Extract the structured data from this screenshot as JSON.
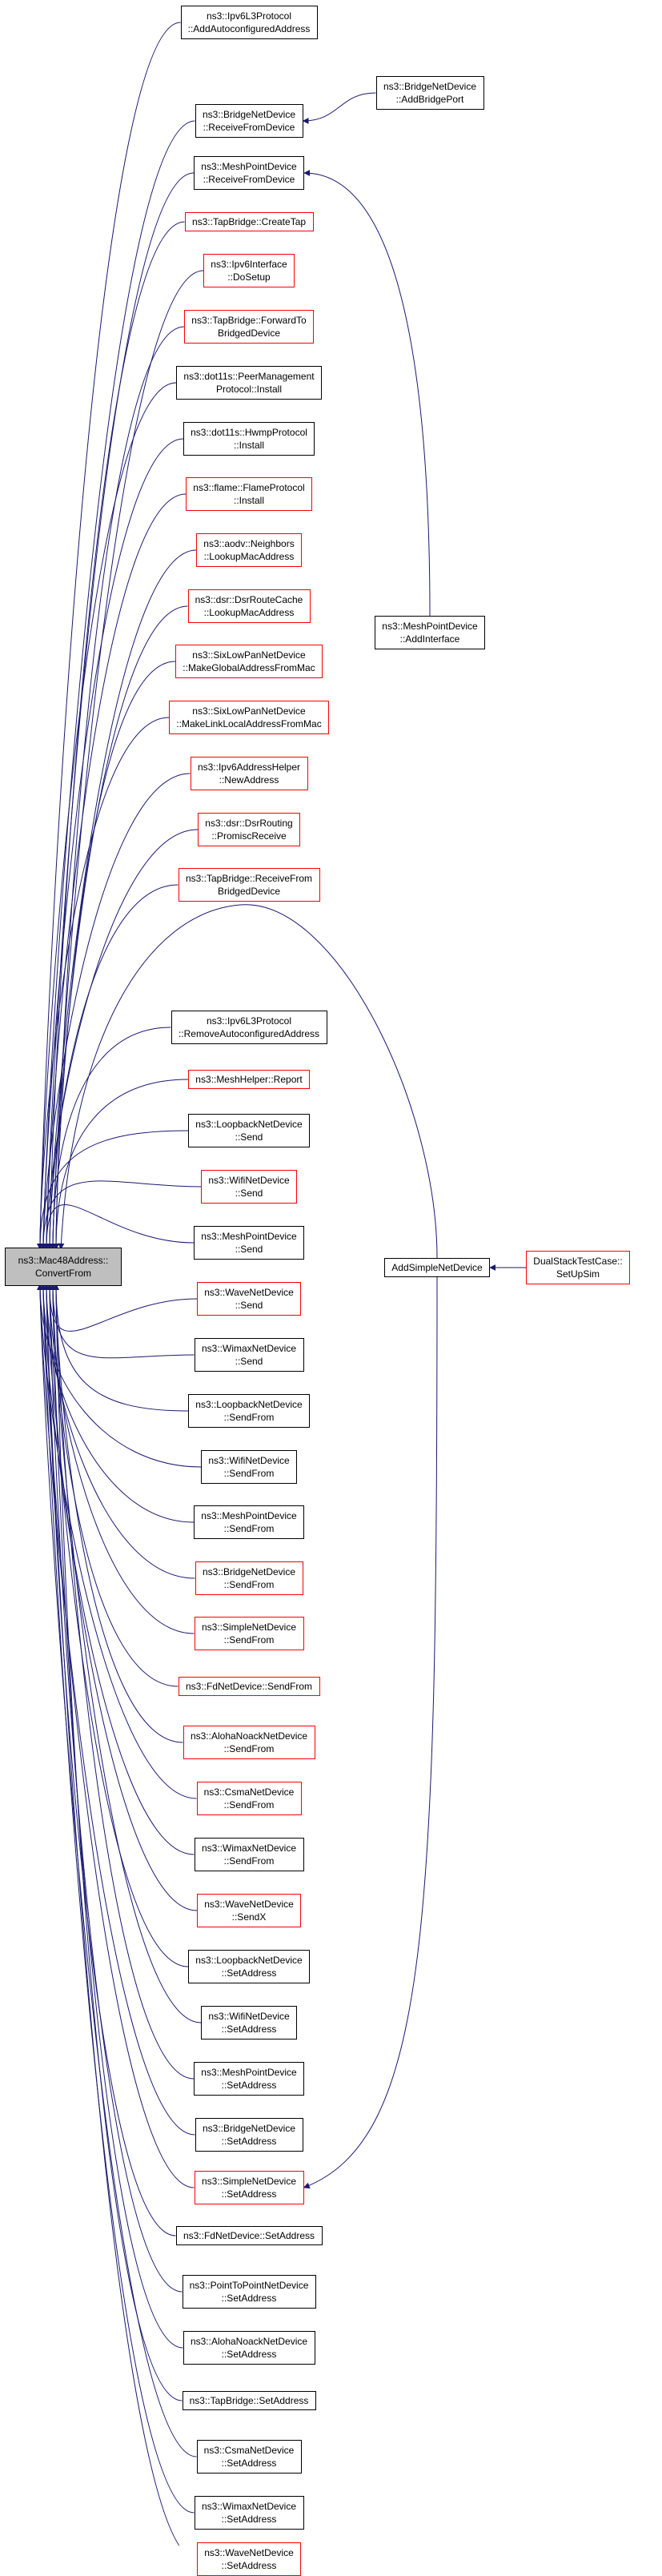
{
  "colors": {
    "edge": "#191970",
    "node_border": "#000000",
    "node_border_highlight": "#ff0000",
    "root_fill": "#bfbfbf"
  },
  "root": {
    "lines": [
      "ns3::Mac48Address::",
      "ConvertFrom"
    ]
  },
  "nodes": [
    {
      "id": "n0",
      "lines": [
        "ns3::Ipv6L3Protocol",
        "::AddAutoconfiguredAddress"
      ],
      "border": "black"
    },
    {
      "id": "n1",
      "lines": [
        "ns3::BridgeNetDevice",
        "::ReceiveFromDevice"
      ],
      "border": "black"
    },
    {
      "id": "n2",
      "lines": [
        "ns3::MeshPointDevice",
        "::ReceiveFromDevice"
      ],
      "border": "black"
    },
    {
      "id": "n3",
      "lines": [
        "ns3::TapBridge::CreateTap"
      ],
      "border": "red"
    },
    {
      "id": "n4",
      "lines": [
        "ns3::Ipv6Interface",
        "::DoSetup"
      ],
      "border": "red"
    },
    {
      "id": "n5",
      "lines": [
        "ns3::TapBridge::ForwardTo",
        "BridgedDevice"
      ],
      "border": "red"
    },
    {
      "id": "n6",
      "lines": [
        "ns3::dot11s::PeerManagement",
        "Protocol::Install"
      ],
      "border": "black"
    },
    {
      "id": "n7",
      "lines": [
        "ns3::dot11s::HwmpProtocol",
        "::Install"
      ],
      "border": "black"
    },
    {
      "id": "n8",
      "lines": [
        "ns3::flame::FlameProtocol",
        "::Install"
      ],
      "border": "red"
    },
    {
      "id": "n9",
      "lines": [
        "ns3::aodv::Neighbors",
        "::LookupMacAddress"
      ],
      "border": "red"
    },
    {
      "id": "n10",
      "lines": [
        "ns3::dsr::DsrRouteCache",
        "::LookupMacAddress"
      ],
      "border": "red"
    },
    {
      "id": "n11",
      "lines": [
        "ns3::SixLowPanNetDevice",
        "::MakeGlobalAddressFromMac"
      ],
      "border": "red"
    },
    {
      "id": "n12",
      "lines": [
        "ns3::SixLowPanNetDevice",
        "::MakeLinkLocalAddressFromMac"
      ],
      "border": "red"
    },
    {
      "id": "n13",
      "lines": [
        "ns3::Ipv6AddressHelper",
        "::NewAddress"
      ],
      "border": "red"
    },
    {
      "id": "n14",
      "lines": [
        "ns3::dsr::DsrRouting",
        "::PromiscReceive"
      ],
      "border": "red"
    },
    {
      "id": "n15",
      "lines": [
        "ns3::TapBridge::ReceiveFrom",
        "BridgedDevice"
      ],
      "border": "red"
    },
    {
      "id": "n16",
      "lines": [
        "ns3::Ipv6L3Protocol",
        "::RemoveAutoconfiguredAddress"
      ],
      "border": "black"
    },
    {
      "id": "n17",
      "lines": [
        "ns3::MeshHelper::Report"
      ],
      "border": "red"
    },
    {
      "id": "n18",
      "lines": [
        "ns3::LoopbackNetDevice",
        "::Send"
      ],
      "border": "black"
    },
    {
      "id": "n19",
      "lines": [
        "ns3::WifiNetDevice",
        "::Send"
      ],
      "border": "red"
    },
    {
      "id": "n20",
      "lines": [
        "ns3::MeshPointDevice",
        "::Send"
      ],
      "border": "black"
    },
    {
      "id": "n21",
      "lines": [
        "ns3::WaveNetDevice",
        "::Send"
      ],
      "border": "red"
    },
    {
      "id": "n22",
      "lines": [
        "ns3::WimaxNetDevice",
        "::Send"
      ],
      "border": "black"
    },
    {
      "id": "n23",
      "lines": [
        "ns3::LoopbackNetDevice",
        "::SendFrom"
      ],
      "border": "black"
    },
    {
      "id": "n24",
      "lines": [
        "ns3::WifiNetDevice",
        "::SendFrom"
      ],
      "border": "black"
    },
    {
      "id": "n25",
      "lines": [
        "ns3::MeshPointDevice",
        "::SendFrom"
      ],
      "border": "black"
    },
    {
      "id": "n26",
      "lines": [
        "ns3::BridgeNetDevice",
        "::SendFrom"
      ],
      "border": "red"
    },
    {
      "id": "n27",
      "lines": [
        "ns3::SimpleNetDevice",
        "::SendFrom"
      ],
      "border": "red"
    },
    {
      "id": "n28",
      "lines": [
        "ns3::FdNetDevice::SendFrom"
      ],
      "border": "red"
    },
    {
      "id": "n29",
      "lines": [
        "ns3::AlohaNoackNetDevice",
        "::SendFrom"
      ],
      "border": "red"
    },
    {
      "id": "n30",
      "lines": [
        "ns3::CsmaNetDevice",
        "::SendFrom"
      ],
      "border": "red"
    },
    {
      "id": "n31",
      "lines": [
        "ns3::WimaxNetDevice",
        "::SendFrom"
      ],
      "border": "black"
    },
    {
      "id": "n32",
      "lines": [
        "ns3::WaveNetDevice",
        "::SendX"
      ],
      "border": "red"
    },
    {
      "id": "n33",
      "lines": [
        "ns3::LoopbackNetDevice",
        "::SetAddress"
      ],
      "border": "black"
    },
    {
      "id": "n34",
      "lines": [
        "ns3::WifiNetDevice",
        "::SetAddress"
      ],
      "border": "black"
    },
    {
      "id": "n35",
      "lines": [
        "ns3::MeshPointDevice",
        "::SetAddress"
      ],
      "border": "black"
    },
    {
      "id": "n36",
      "lines": [
        "ns3::BridgeNetDevice",
        "::SetAddress"
      ],
      "border": "black"
    },
    {
      "id": "n37",
      "lines": [
        "ns3::SimpleNetDevice",
        "::SetAddress"
      ],
      "border": "red"
    },
    {
      "id": "n38",
      "lines": [
        "ns3::FdNetDevice::SetAddress"
      ],
      "border": "black"
    },
    {
      "id": "n39",
      "lines": [
        "ns3::PointToPointNetDevice",
        "::SetAddress"
      ],
      "border": "black"
    },
    {
      "id": "n40",
      "lines": [
        "ns3::AlohaNoackNetDevice",
        "::SetAddress"
      ],
      "border": "black"
    },
    {
      "id": "n41",
      "lines": [
        "ns3::TapBridge::SetAddress"
      ],
      "border": "black"
    },
    {
      "id": "n42",
      "lines": [
        "ns3::CsmaNetDevice",
        "::SetAddress"
      ],
      "border": "black"
    },
    {
      "id": "n43",
      "lines": [
        "ns3::WimaxNetDevice",
        "::SetAddress"
      ],
      "border": "black"
    },
    {
      "id": "n44",
      "lines": [
        "ns3::WaveNetDevice",
        "::SetAddress"
      ],
      "border": "red"
    },
    {
      "id": "n45",
      "lines": [
        "ns3::BridgeNetDevice",
        "::AddBridgePort"
      ],
      "border": "black"
    },
    {
      "id": "n46",
      "lines": [
        "ns3::MeshPointDevice",
        "::AddInterface"
      ],
      "border": "black"
    },
    {
      "id": "n47",
      "lines": [
        "AddSimpleNetDevice"
      ],
      "border": "black"
    },
    {
      "id": "n48",
      "lines": [
        "DualStackTestCase::",
        "SetUpSim"
      ],
      "border": "red"
    }
  ],
  "edges": [
    [
      "n0",
      "root"
    ],
    [
      "n1",
      "root"
    ],
    [
      "n2",
      "root"
    ],
    [
      "n3",
      "root"
    ],
    [
      "n4",
      "root"
    ],
    [
      "n5",
      "root"
    ],
    [
      "n6",
      "root"
    ],
    [
      "n7",
      "root"
    ],
    [
      "n8",
      "root"
    ],
    [
      "n9",
      "root"
    ],
    [
      "n10",
      "root"
    ],
    [
      "n11",
      "root"
    ],
    [
      "n12",
      "root"
    ],
    [
      "n13",
      "root"
    ],
    [
      "n14",
      "root"
    ],
    [
      "n15",
      "root"
    ],
    [
      "n16",
      "root"
    ],
    [
      "n17",
      "root"
    ],
    [
      "n18",
      "root"
    ],
    [
      "n19",
      "root"
    ],
    [
      "n20",
      "root"
    ],
    [
      "n21",
      "root"
    ],
    [
      "n22",
      "root"
    ],
    [
      "n23",
      "root"
    ],
    [
      "n24",
      "root"
    ],
    [
      "n25",
      "root"
    ],
    [
      "n26",
      "root"
    ],
    [
      "n27",
      "root"
    ],
    [
      "n28",
      "root"
    ],
    [
      "n29",
      "root"
    ],
    [
      "n30",
      "root"
    ],
    [
      "n31",
      "root"
    ],
    [
      "n32",
      "root"
    ],
    [
      "n33",
      "root"
    ],
    [
      "n34",
      "root"
    ],
    [
      "n35",
      "root"
    ],
    [
      "n36",
      "root"
    ],
    [
      "n37",
      "root"
    ],
    [
      "n38",
      "root"
    ],
    [
      "n39",
      "root"
    ],
    [
      "n40",
      "root"
    ],
    [
      "n41",
      "root"
    ],
    [
      "n42",
      "root"
    ],
    [
      "n43",
      "root"
    ],
    [
      "n44",
      "root"
    ],
    [
      "n45",
      "n1"
    ],
    [
      "n46",
      "n2"
    ],
    [
      "n47",
      "root"
    ],
    [
      "n47",
      "n37"
    ],
    [
      "n48",
      "n47"
    ]
  ]
}
